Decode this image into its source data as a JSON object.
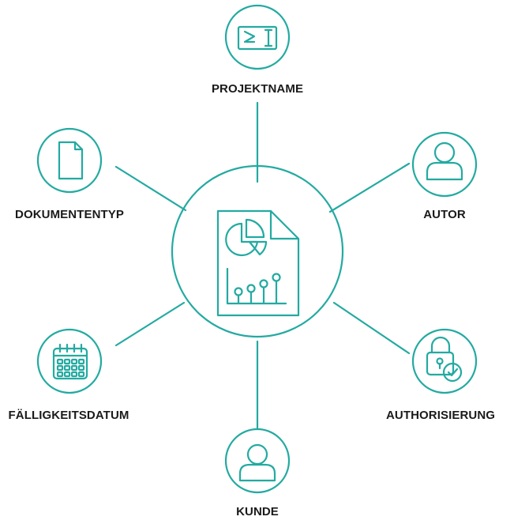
{
  "colors": {
    "accent": "#23aaa1",
    "text": "#1a1a1a"
  },
  "center": {
    "icon": "document-chart-icon"
  },
  "nodes": [
    {
      "id": "projektname",
      "label": "PROJEKTNAME",
      "icon": "project-name-icon"
    },
    {
      "id": "autor",
      "label": "AUTOR",
      "icon": "user-icon"
    },
    {
      "id": "authorisierung",
      "label": "AUTHORISIERUNG",
      "icon": "padlock-check-icon"
    },
    {
      "id": "kunde",
      "label": "KUNDE",
      "icon": "user-icon"
    },
    {
      "id": "faelligkeitsdatum",
      "label": "FÄLLIGKEITSDATUM",
      "icon": "calendar-icon"
    },
    {
      "id": "dokumententyp",
      "label": "DOKUMENTENTYP",
      "icon": "document-icon"
    }
  ]
}
